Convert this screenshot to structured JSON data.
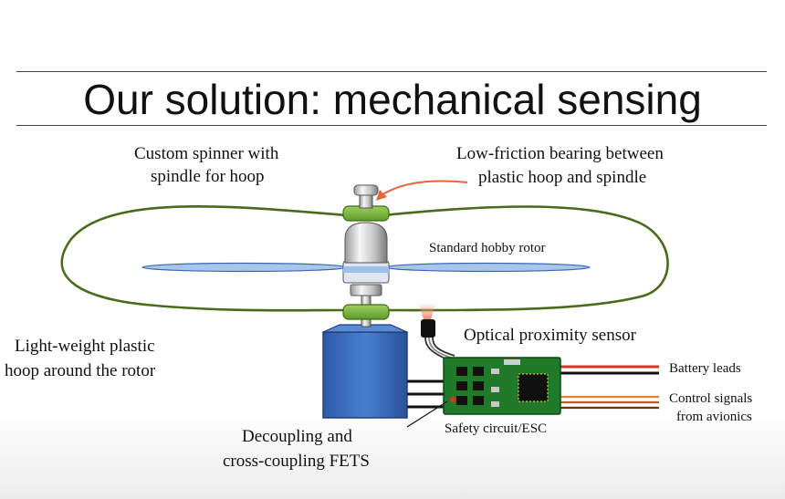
{
  "slide": {
    "title": "Our solution: mechanical sensing"
  },
  "labels": {
    "spinner_line1": "Custom spinner with",
    "spinner_line2": "spindle for hoop",
    "bearing_line1": "Low-friction bearing between",
    "bearing_line2": "plastic hoop and spindle",
    "rotor": "Standard hobby rotor",
    "hoop_line1": "Light-weight plastic",
    "hoop_line2": "hoop around the rotor",
    "sensor": "Optical proximity sensor",
    "battery": "Battery leads",
    "control_line1": "Control signals",
    "control_line2": "from avionics",
    "safety": "Safety circuit/ESC",
    "fets_line1": "Decoupling and",
    "fets_line2": "cross-coupling FETS"
  },
  "colors": {
    "hoop": "#4a6a1c",
    "bearing": "#7bbf3a",
    "rotor_blade": "#a9c6e8",
    "motor": "#3d6fc2",
    "pcb": "#1f7a2a",
    "arrow": "#e8643a",
    "sensor_beam": "#f4b49a",
    "battery_red": "#d9341e",
    "signal_orange": "#e0813a"
  }
}
